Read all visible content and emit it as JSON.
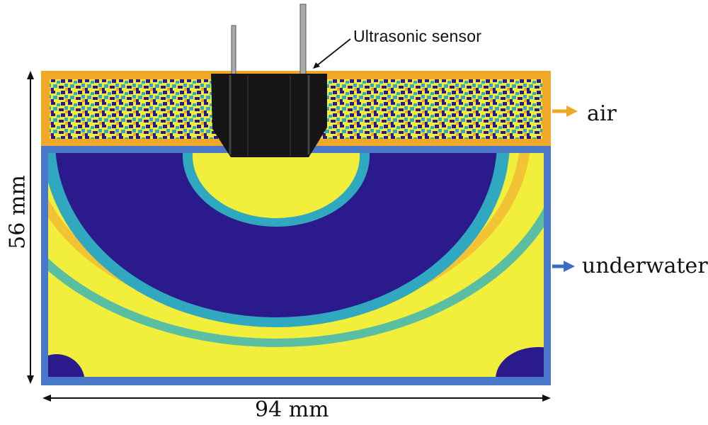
{
  "labels": {
    "sensor": "Ultrasonic sensor",
    "air": "air",
    "underwater": "underwater",
    "width": "94 mm",
    "height": "56 mm"
  },
  "colors": {
    "air_frame": "#f0a828",
    "water_frame": "#4a78c8",
    "arrow_air": "#f0a828",
    "arrow_water": "#3a6cc4",
    "colormap_dark": "#2b1a8c",
    "colormap_mid": "#2fa8c0",
    "colormap_light": "#f0ee3a",
    "colormap_orange": "#f0a030",
    "sensor_body": "#151515"
  },
  "icons": [
    "ultrasonic-sensor-icon",
    "right-arrow-icon"
  ]
}
